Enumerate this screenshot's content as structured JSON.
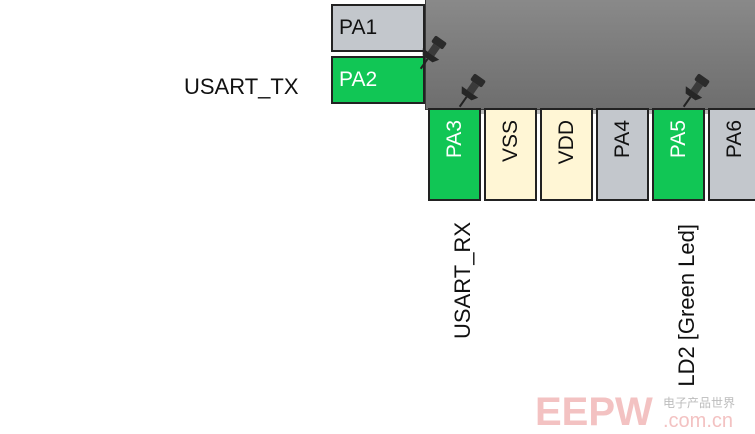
{
  "pins_left": [
    {
      "label": "PA1",
      "state": "gray"
    },
    {
      "label": "PA2",
      "state": "green",
      "signal": "USART_TX"
    }
  ],
  "pins_bottom": [
    {
      "label": "PA3",
      "state": "green",
      "signal": "USART_RX"
    },
    {
      "label": "VSS",
      "state": "yellow"
    },
    {
      "label": "VDD",
      "state": "yellow"
    },
    {
      "label": "PA4",
      "state": "gray"
    },
    {
      "label": "PA5",
      "state": "green",
      "signal": "LD2 [Green Led]"
    },
    {
      "label": "PA6",
      "state": "gray"
    }
  ],
  "watermark": {
    "brand": "EEPW",
    "site": ".com.cn",
    "tagline": "电子产品世界"
  },
  "colors": {
    "green": "#11c655",
    "gray": "#c3c7cc",
    "yellow": "#fff6d5",
    "chip": "#7d7d7d"
  }
}
